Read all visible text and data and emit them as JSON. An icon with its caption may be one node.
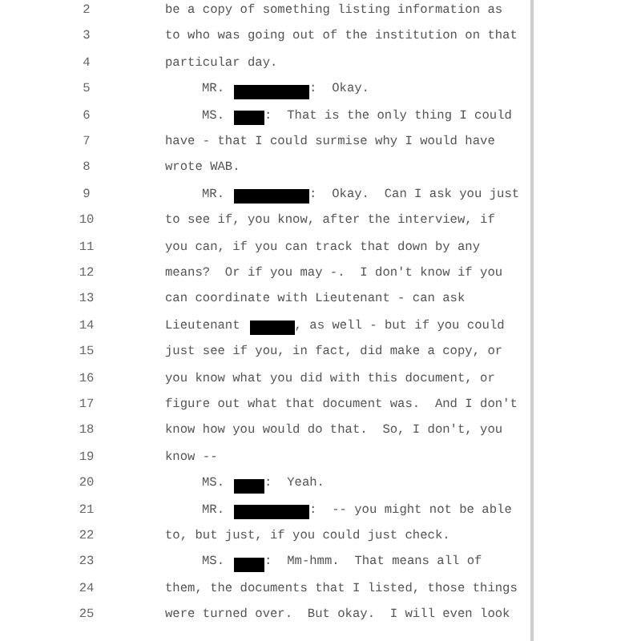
{
  "diagram": {
    "labels": [
      "2",
      "be a copy of something listing information as",
      "3",
      "to who was going out of the institution on that",
      "4",
      "particular day.",
      "5",
      "MR.",
      ":  Okay.",
      "6",
      "MS.",
      ":  That is the only thing I could",
      "7",
      "have - that I could surmise why I would have",
      "8",
      "wrote WAB.",
      "9",
      "MR.",
      ":  Okay.  Can I ask you just",
      "10",
      "to see if, you know, after the interview, if",
      "11",
      "you can, if you can track that down by any",
      "12",
      "means?  Or if you may -.  I don't know if you",
      "13",
      "can coordinate with Lieutenant - can ask",
      "14",
      "Lieutenant",
      ", as well - but if you could",
      "15",
      "just see if you, in fact, did make a copy, or",
      "16",
      "you know what you did with this document, or",
      "17",
      "figure out what that document was.  And I don't",
      "18",
      "know how you would do that.  So, I don't, you",
      "19",
      "know --",
      "20",
      "MS.",
      ":  Yeah.",
      "21",
      "MR.",
      ":  -- you might not be able",
      "22",
      "to, but just, if you could just check.",
      "23",
      "MS.",
      ":  Mm-hmm.  That means all of",
      "24",
      "them, the documents that I listed, those things",
      "25",
      "were turned over.  But okay.  I will even look"
    ]
  }
}
